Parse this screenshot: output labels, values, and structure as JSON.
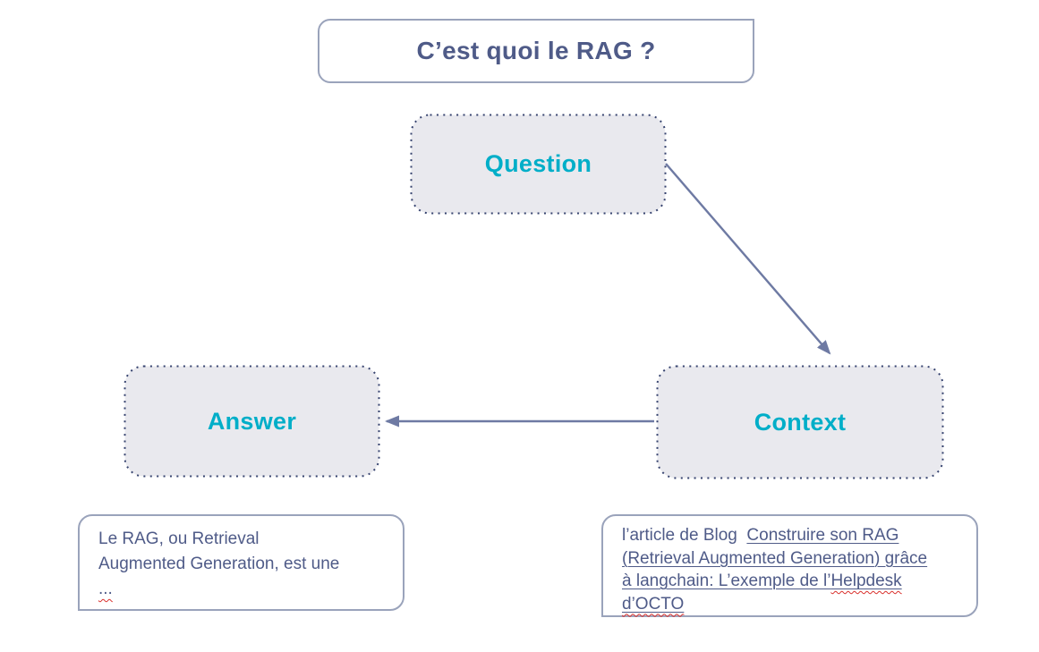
{
  "title": {
    "label": "C’est quoi le RAG ?"
  },
  "nodes": {
    "question": {
      "label": "Question"
    },
    "context": {
      "label": "Context"
    },
    "answer": {
      "label": "Answer"
    }
  },
  "callouts": {
    "answer_note": {
      "line1": "Le RAG, ou Retrieval",
      "line2": "Augmented Generation, est une",
      "line3": "..."
    },
    "context_note": {
      "prefix": "l’article de Blog  ",
      "link_line1": "Construire son RAG",
      "link_line2": "(Retrieval Augmented Generation) grâce",
      "link_line3_start": "à langchain: L’exemple de l’",
      "link_line3_misspelled": "Helpdesk",
      "link_line4_misspelled": "d’OCTO"
    }
  },
  "connectors": [
    {
      "name": "question-to-context",
      "from": "Question",
      "to": "Context"
    },
    {
      "name": "context-to-answer",
      "from": "Context",
      "to": "Answer"
    }
  ],
  "colors": {
    "accent_teal": "#00aec8",
    "text_slate": "#4f5b88",
    "node_fill": "#e9e9ee",
    "node_border_dotted": "#36436f",
    "frame_border": "#9aa3bb",
    "connector": "#6e7aa3",
    "spellcheck_red": "#d9302c"
  }
}
